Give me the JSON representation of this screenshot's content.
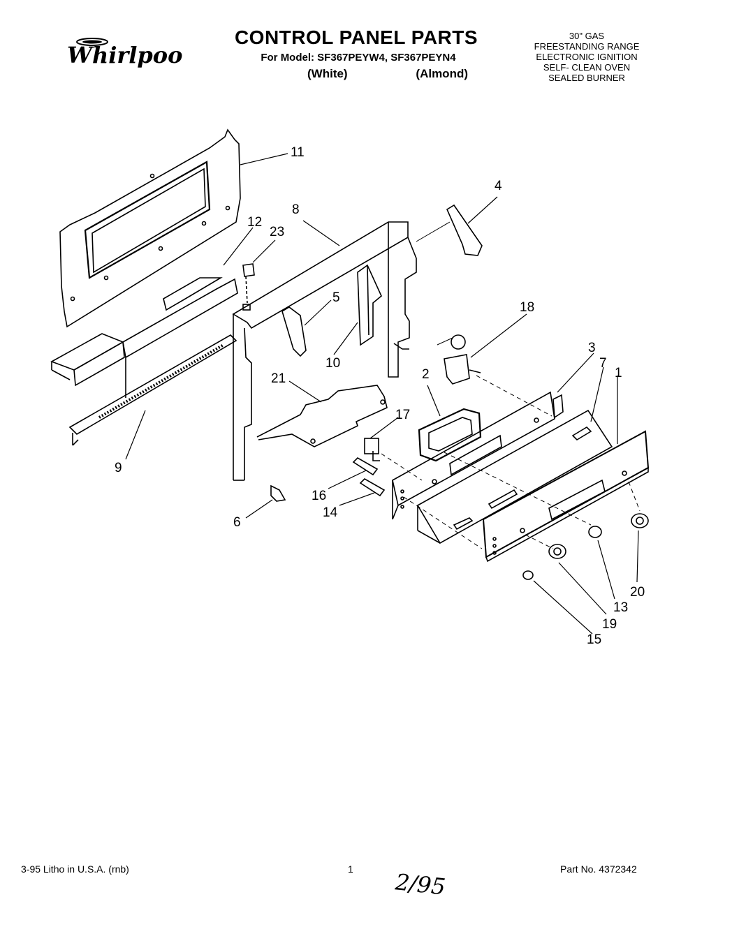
{
  "header": {
    "brand": "Whirlpool",
    "title": "CONTROL PANEL PARTS",
    "model_line": "For Model: SF367PEYW4, SF367PEYN4",
    "variants": [
      "(White)",
      "(Almond)"
    ],
    "specs": [
      "30\" GAS",
      "FREESTANDING RANGE",
      "ELECTRONIC IGNITION",
      "SELF- CLEAN OVEN",
      "SEALED BURNER"
    ]
  },
  "callouts": [
    "11",
    "4",
    "8",
    "12",
    "23",
    "5",
    "18",
    "10",
    "3",
    "7",
    "1",
    "21",
    "2",
    "17",
    "9",
    "16",
    "14",
    "6",
    "20",
    "13",
    "19",
    "15"
  ],
  "footer": {
    "left": "3-95  Litho in U.S.A. (rnb)",
    "page": "1",
    "part_no": "Part No. 4372342",
    "handwritten": "2/95"
  }
}
